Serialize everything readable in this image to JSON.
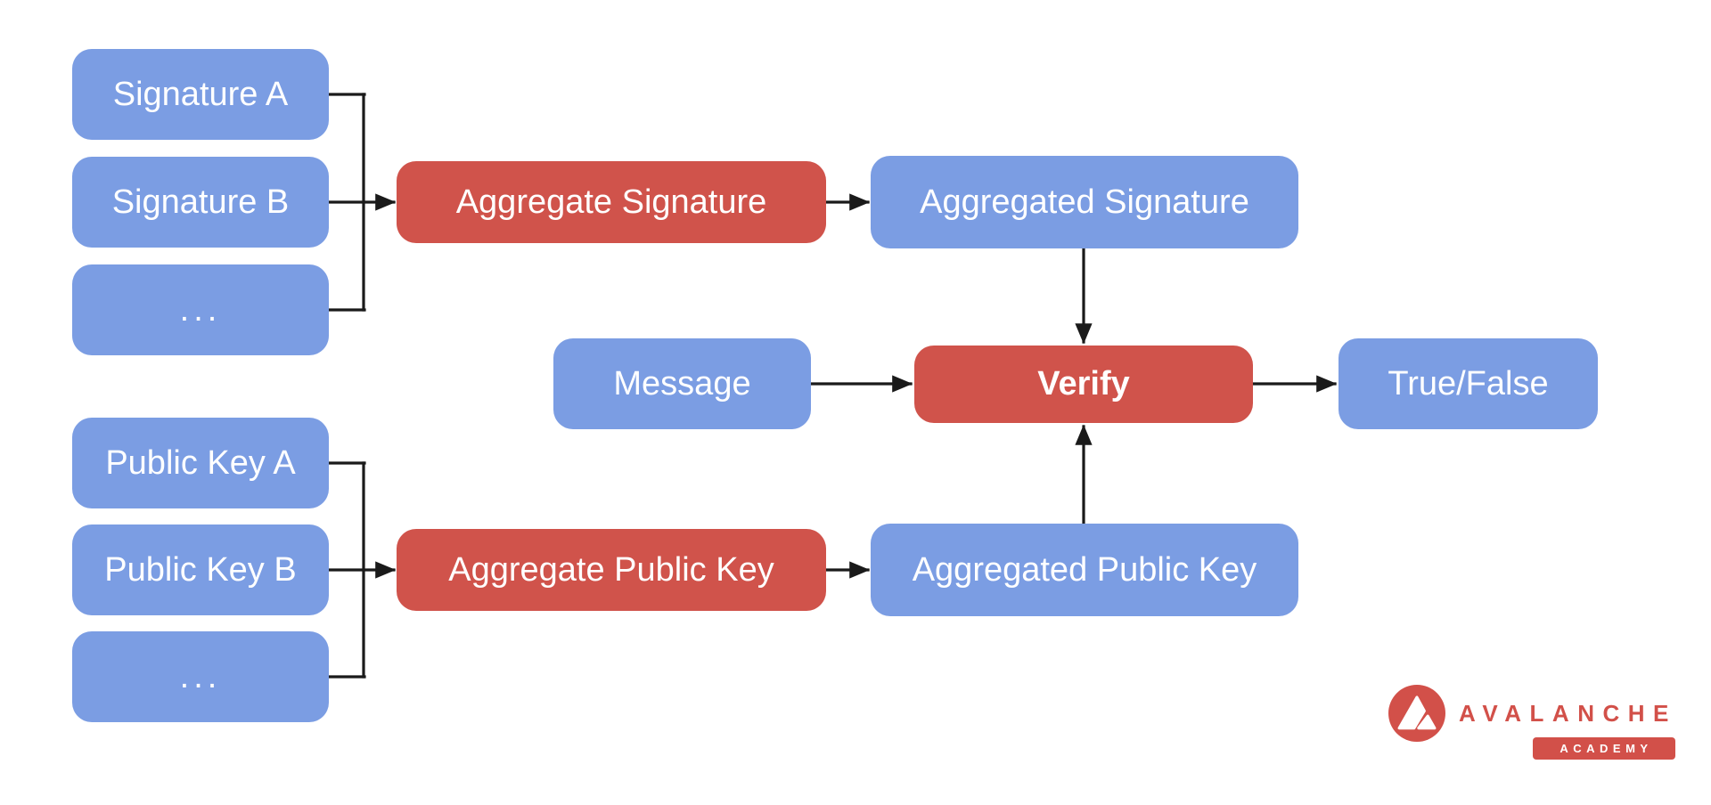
{
  "diagram": {
    "nodes": {
      "signature_a": "Signature A",
      "signature_b": "Signature B",
      "signature_more": "...",
      "aggregate_signature": "Aggregate Signature",
      "aggregated_signature": "Aggregated Signature",
      "message": "Message",
      "verify": "Verify",
      "true_false": "True/False",
      "public_key_a": "Public Key A",
      "public_key_b": "Public Key B",
      "public_key_more": "...",
      "aggregate_public_key": "Aggregate Public Key",
      "aggregated_public_key": "Aggregated Public Key"
    },
    "colors": {
      "background": "#FFFFFF",
      "input_output_box": "#7B9DE3",
      "operation_box": "#D0534B",
      "connector": "#1A1A1A",
      "box_text": "#FFFFFF"
    }
  },
  "branding": {
    "name": "AVALANCHE",
    "sub": "ACADEMY",
    "color": "#D25049"
  }
}
